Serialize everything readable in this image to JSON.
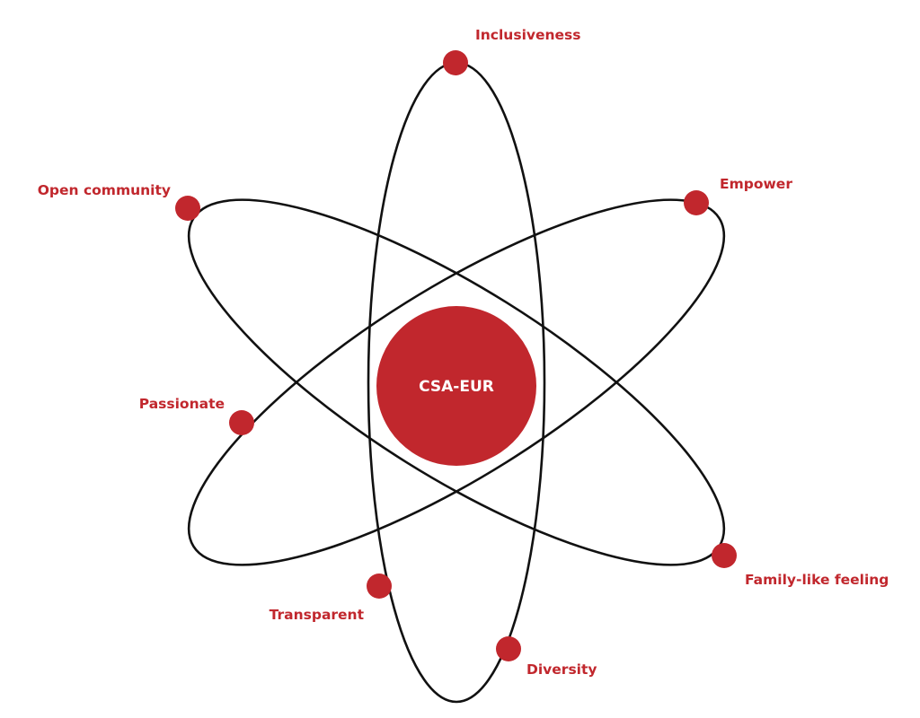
{
  "colors": {
    "accent": "#C1272D",
    "orbit_stroke": "#111111",
    "center_text": "#FFFFFF",
    "background": "#FFFFFF"
  },
  "center": {
    "label": "CSA-EUR"
  },
  "values": [
    {
      "id": "inclusiveness",
      "label": "Inclusiveness"
    },
    {
      "id": "empower",
      "label": "Empower"
    },
    {
      "id": "open-community",
      "label": "Open community"
    },
    {
      "id": "passionate",
      "label": "Passionate"
    },
    {
      "id": "family-like-feeling",
      "label": "Family-like feeling"
    },
    {
      "id": "transparent",
      "label": "Transparent"
    },
    {
      "id": "diversity",
      "label": "Diversity"
    }
  ]
}
